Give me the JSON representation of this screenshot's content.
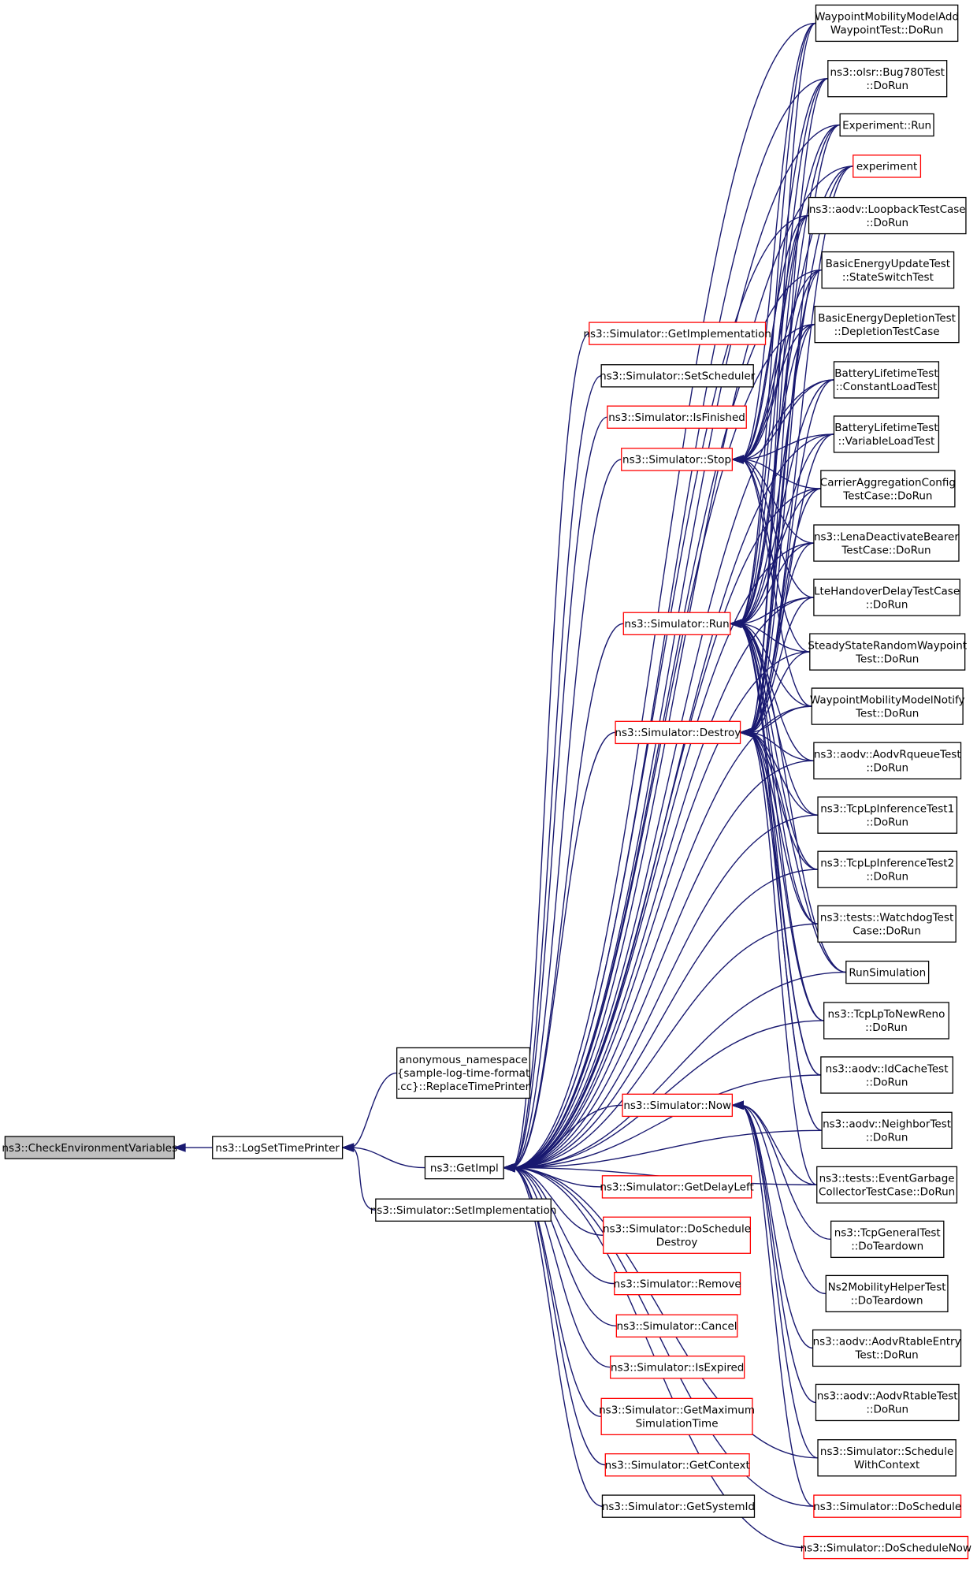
{
  "colors": {
    "edge": "#191970",
    "root_fill": "#bfbfbf",
    "node_border": "#000000",
    "truncated_border": "#ff0000",
    "node_fill": "#ffffff"
  },
  "nodes": [
    {
      "id": "root",
      "lines": [
        "ns3::CheckEnvironmentVariables"
      ],
      "style": "root"
    },
    {
      "id": "logset",
      "lines": [
        "ns3::LogSetTimePrinter"
      ],
      "style": "normal"
    },
    {
      "id": "anon",
      "lines": [
        "anonymous_namespace",
        "{sample-log-time-format",
        ".cc}::ReplaceTimePrinter"
      ],
      "style": "normal"
    },
    {
      "id": "setimpl",
      "lines": [
        "ns3::Simulator::SetImplementation"
      ],
      "style": "normal"
    },
    {
      "id": "getimpl",
      "lines": [
        "ns3::GetImpl"
      ],
      "style": "normal"
    },
    {
      "id": "getimplementation",
      "lines": [
        "ns3::Simulator::GetImplementation"
      ],
      "style": "truncated"
    },
    {
      "id": "setscheduler",
      "lines": [
        "ns3::Simulator::SetScheduler"
      ],
      "style": "normal"
    },
    {
      "id": "isfinished",
      "lines": [
        "ns3::Simulator::IsFinished"
      ],
      "style": "truncated"
    },
    {
      "id": "stop",
      "lines": [
        "ns3::Simulator::Stop"
      ],
      "style": "truncated"
    },
    {
      "id": "run",
      "lines": [
        "ns3::Simulator::Run"
      ],
      "style": "truncated"
    },
    {
      "id": "destroy",
      "lines": [
        "ns3::Simulator::Destroy"
      ],
      "style": "truncated"
    },
    {
      "id": "now",
      "lines": [
        "ns3::Simulator::Now"
      ],
      "style": "truncated"
    },
    {
      "id": "getdelayleft",
      "lines": [
        "ns3::Simulator::GetDelayLeft"
      ],
      "style": "truncated"
    },
    {
      "id": "doscheduledestroy",
      "lines": [
        "ns3::Simulator::DoSchedule",
        "Destroy"
      ],
      "style": "truncated"
    },
    {
      "id": "remove",
      "lines": [
        "ns3::Simulator::Remove"
      ],
      "style": "truncated"
    },
    {
      "id": "cancel",
      "lines": [
        "ns3::Simulator::Cancel"
      ],
      "style": "truncated"
    },
    {
      "id": "isexpired",
      "lines": [
        "ns3::Simulator::IsExpired"
      ],
      "style": "truncated"
    },
    {
      "id": "getmaxsimtime",
      "lines": [
        "ns3::Simulator::GetMaximum",
        "SimulationTime"
      ],
      "style": "truncated"
    },
    {
      "id": "getcontext",
      "lines": [
        "ns3::Simulator::GetContext"
      ],
      "style": "truncated"
    },
    {
      "id": "getsystemid",
      "lines": [
        "ns3::Simulator::GetSystemId"
      ],
      "style": "normal"
    },
    {
      "id": "r1",
      "lines": [
        "WaypointMobilityModelAdd",
        "WaypointTest::DoRun"
      ],
      "style": "normal"
    },
    {
      "id": "r2",
      "lines": [
        "ns3::olsr::Bug780Test",
        "::DoRun"
      ],
      "style": "normal"
    },
    {
      "id": "r3",
      "lines": [
        "Experiment::Run"
      ],
      "style": "normal"
    },
    {
      "id": "r4",
      "lines": [
        "experiment"
      ],
      "style": "truncated"
    },
    {
      "id": "r5",
      "lines": [
        "ns3::aodv::LoopbackTestCase",
        "::DoRun"
      ],
      "style": "normal"
    },
    {
      "id": "r6",
      "lines": [
        "BasicEnergyUpdateTest",
        "::StateSwitchTest"
      ],
      "style": "normal"
    },
    {
      "id": "r7",
      "lines": [
        "BasicEnergyDepletionTest",
        "::DepletionTestCase"
      ],
      "style": "normal"
    },
    {
      "id": "r8",
      "lines": [
        "BatteryLifetimeTest",
        "::ConstantLoadTest"
      ],
      "style": "normal"
    },
    {
      "id": "r9",
      "lines": [
        "BatteryLifetimeTest",
        "::VariableLoadTest"
      ],
      "style": "normal"
    },
    {
      "id": "r10",
      "lines": [
        "CarrierAggregationConfig",
        "TestCase::DoRun"
      ],
      "style": "normal"
    },
    {
      "id": "r11",
      "lines": [
        "ns3::LenaDeactivateBearer",
        "TestCase::DoRun"
      ],
      "style": "normal"
    },
    {
      "id": "r12",
      "lines": [
        "LteHandoverDelayTestCase",
        "::DoRun"
      ],
      "style": "normal"
    },
    {
      "id": "r13",
      "lines": [
        "SteadyStateRandomWaypoint",
        "Test::DoRun"
      ],
      "style": "normal"
    },
    {
      "id": "r14",
      "lines": [
        "WaypointMobilityModelNotify",
        "Test::DoRun"
      ],
      "style": "normal"
    },
    {
      "id": "r15",
      "lines": [
        "ns3::aodv::AodvRqueueTest",
        "::DoRun"
      ],
      "style": "normal"
    },
    {
      "id": "r16",
      "lines": [
        "ns3::TcpLpInferenceTest1",
        "::DoRun"
      ],
      "style": "normal"
    },
    {
      "id": "r17",
      "lines": [
        "ns3::TcpLpInferenceTest2",
        "::DoRun"
      ],
      "style": "normal"
    },
    {
      "id": "r18",
      "lines": [
        "ns3::tests::WatchdogTest",
        "Case::DoRun"
      ],
      "style": "normal"
    },
    {
      "id": "r19",
      "lines": [
        "RunSimulation"
      ],
      "style": "normal"
    },
    {
      "id": "r20",
      "lines": [
        "ns3::TcpLpToNewReno",
        "::DoRun"
      ],
      "style": "normal"
    },
    {
      "id": "r21",
      "lines": [
        "ns3::aodv::IdCacheTest",
        "::DoRun"
      ],
      "style": "normal"
    },
    {
      "id": "r22",
      "lines": [
        "ns3::aodv::NeighborTest",
        "::DoRun"
      ],
      "style": "normal"
    },
    {
      "id": "r23",
      "lines": [
        "ns3::tests::EventGarbage",
        "CollectorTestCase::DoRun"
      ],
      "style": "normal"
    },
    {
      "id": "r24",
      "lines": [
        "ns3::TcpGeneralTest",
        "::DoTeardown"
      ],
      "style": "normal"
    },
    {
      "id": "r25",
      "lines": [
        "Ns2MobilityHelperTest",
        "::DoTeardown"
      ],
      "style": "normal"
    },
    {
      "id": "r26",
      "lines": [
        "ns3::aodv::AodvRtableEntry",
        "Test::DoRun"
      ],
      "style": "normal"
    },
    {
      "id": "r27",
      "lines": [
        "ns3::aodv::AodvRtableTest",
        "::DoRun"
      ],
      "style": "normal"
    },
    {
      "id": "r28",
      "lines": [
        "ns3::Simulator::Schedule",
        "WithContext"
      ],
      "style": "normal"
    },
    {
      "id": "r29",
      "lines": [
        "ns3::Simulator::DoSchedule"
      ],
      "style": "truncated"
    },
    {
      "id": "r30",
      "lines": [
        "ns3::Simulator::DoScheduleNow"
      ],
      "style": "truncated"
    }
  ],
  "edges": [
    [
      "logset",
      "root"
    ],
    [
      "anon",
      "logset"
    ],
    [
      "setimpl",
      "logset"
    ],
    [
      "getimpl",
      "logset"
    ],
    [
      "getimplementation",
      "getimpl"
    ],
    [
      "setscheduler",
      "getimpl"
    ],
    [
      "isfinished",
      "getimpl"
    ],
    [
      "stop",
      "getimpl"
    ],
    [
      "run",
      "getimpl"
    ],
    [
      "destroy",
      "getimpl"
    ],
    [
      "now",
      "getimpl"
    ],
    [
      "getdelayleft",
      "getimpl"
    ],
    [
      "doscheduledestroy",
      "getimpl"
    ],
    [
      "remove",
      "getimpl"
    ],
    [
      "cancel",
      "getimpl"
    ],
    [
      "isexpired",
      "getimpl"
    ],
    [
      "getmaxsimtime",
      "getimpl"
    ],
    [
      "getcontext",
      "getimpl"
    ],
    [
      "getsystemid",
      "getimpl"
    ],
    [
      "r28",
      "getimpl"
    ],
    [
      "r29",
      "getimpl"
    ],
    [
      "r30",
      "getimpl"
    ],
    [
      "r23",
      "getimpl"
    ],
    [
      "r1",
      "getimpl"
    ],
    [
      "r2",
      "getimpl"
    ],
    [
      "r3",
      "getimpl"
    ],
    [
      "r4",
      "getimpl"
    ],
    [
      "r5",
      "getimpl"
    ],
    [
      "r6",
      "getimpl"
    ],
    [
      "r7",
      "getimpl"
    ],
    [
      "r8",
      "getimpl"
    ],
    [
      "r9",
      "getimpl"
    ],
    [
      "r10",
      "getimpl"
    ],
    [
      "r11",
      "getimpl"
    ],
    [
      "r12",
      "getimpl"
    ],
    [
      "r13",
      "getimpl"
    ],
    [
      "r14",
      "getimpl"
    ],
    [
      "r15",
      "getimpl"
    ],
    [
      "r16",
      "getimpl"
    ],
    [
      "r17",
      "getimpl"
    ],
    [
      "r18",
      "getimpl"
    ],
    [
      "r19",
      "getimpl"
    ],
    [
      "r20",
      "getimpl"
    ],
    [
      "r21",
      "getimpl"
    ],
    [
      "r22",
      "getimpl"
    ],
    [
      "r1",
      "stop"
    ],
    [
      "r2",
      "stop"
    ],
    [
      "r3",
      "stop"
    ],
    [
      "r4",
      "stop"
    ],
    [
      "r5",
      "stop"
    ],
    [
      "r6",
      "stop"
    ],
    [
      "r7",
      "stop"
    ],
    [
      "r8",
      "stop"
    ],
    [
      "r9",
      "stop"
    ],
    [
      "r10",
      "stop"
    ],
    [
      "r11",
      "stop"
    ],
    [
      "r12",
      "stop"
    ],
    [
      "r13",
      "stop"
    ],
    [
      "r14",
      "stop"
    ],
    [
      "r1",
      "run"
    ],
    [
      "r2",
      "run"
    ],
    [
      "r3",
      "run"
    ],
    [
      "r4",
      "run"
    ],
    [
      "r5",
      "run"
    ],
    [
      "r6",
      "run"
    ],
    [
      "r7",
      "run"
    ],
    [
      "r8",
      "run"
    ],
    [
      "r9",
      "run"
    ],
    [
      "r10",
      "run"
    ],
    [
      "r11",
      "run"
    ],
    [
      "r12",
      "run"
    ],
    [
      "r13",
      "run"
    ],
    [
      "r14",
      "run"
    ],
    [
      "r15",
      "run"
    ],
    [
      "r16",
      "run"
    ],
    [
      "r17",
      "run"
    ],
    [
      "r18",
      "run"
    ],
    [
      "r19",
      "run"
    ],
    [
      "r20",
      "run"
    ],
    [
      "r21",
      "run"
    ],
    [
      "r22",
      "run"
    ],
    [
      "r1",
      "destroy"
    ],
    [
      "r2",
      "destroy"
    ],
    [
      "r3",
      "destroy"
    ],
    [
      "r4",
      "destroy"
    ],
    [
      "r5",
      "destroy"
    ],
    [
      "r6",
      "destroy"
    ],
    [
      "r7",
      "destroy"
    ],
    [
      "r8",
      "destroy"
    ],
    [
      "r9",
      "destroy"
    ],
    [
      "r10",
      "destroy"
    ],
    [
      "r11",
      "destroy"
    ],
    [
      "r12",
      "destroy"
    ],
    [
      "r13",
      "destroy"
    ],
    [
      "r14",
      "destroy"
    ],
    [
      "r15",
      "destroy"
    ],
    [
      "r16",
      "destroy"
    ],
    [
      "r17",
      "destroy"
    ],
    [
      "r18",
      "destroy"
    ],
    [
      "r19",
      "destroy"
    ],
    [
      "r20",
      "destroy"
    ],
    [
      "r21",
      "destroy"
    ],
    [
      "r22",
      "destroy"
    ],
    [
      "r23",
      "destroy"
    ],
    [
      "r23",
      "now"
    ],
    [
      "r24",
      "now"
    ],
    [
      "r25",
      "now"
    ],
    [
      "r26",
      "now"
    ],
    [
      "r27",
      "now"
    ],
    [
      "r28",
      "now"
    ],
    [
      "r29",
      "now"
    ]
  ]
}
